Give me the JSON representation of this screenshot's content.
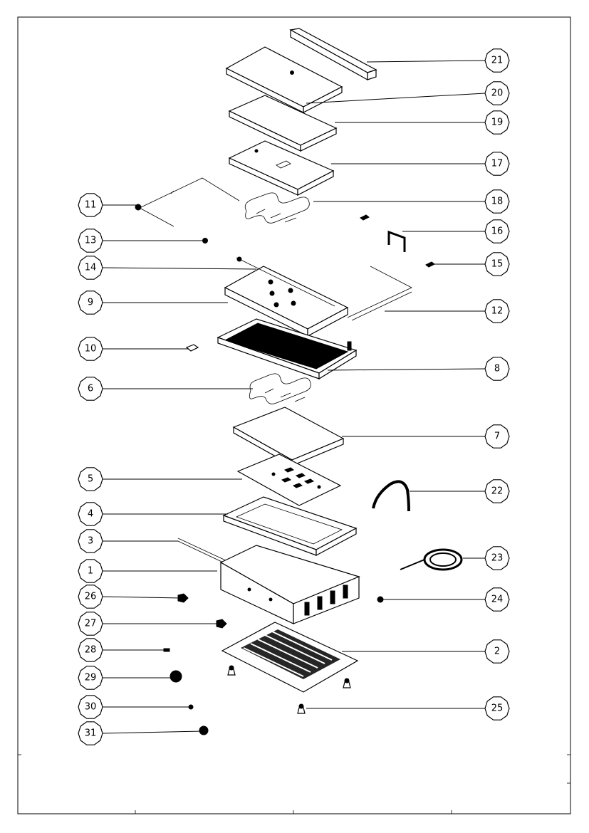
{
  "diagram": {
    "callouts": [
      {
        "label": "21",
        "side": "right",
        "target": [
          515,
          87
        ],
        "row": 85
      },
      {
        "label": "20",
        "side": "right",
        "target": [
          430,
          145
        ],
        "row": 131
      },
      {
        "label": "19",
        "side": "right",
        "target": [
          470,
          172
        ],
        "row": 172
      },
      {
        "label": "17",
        "side": "right",
        "target": [
          465,
          230
        ],
        "row": 230
      },
      {
        "label": "18",
        "side": "right",
        "target": [
          440,
          283
        ],
        "row": 283
      },
      {
        "label": "16",
        "side": "right",
        "target": [
          565,
          325
        ],
        "row": 325
      },
      {
        "label": "15",
        "side": "right",
        "target": [
          605,
          371
        ],
        "row": 371
      },
      {
        "label": "12",
        "side": "right",
        "target": [
          540,
          437
        ],
        "row": 437
      },
      {
        "label": "8",
        "side": "right",
        "target": [
          460,
          520
        ],
        "row": 518
      },
      {
        "label": "7",
        "side": "right",
        "target": [
          480,
          613
        ],
        "row": 613
      },
      {
        "label": "22",
        "side": "right",
        "target": [
          575,
          690
        ],
        "row": 690
      },
      {
        "label": "23",
        "side": "right",
        "target": [
          650,
          784
        ],
        "row": 784
      },
      {
        "label": "24",
        "side": "right",
        "target": [
          535,
          842
        ],
        "row": 842
      },
      {
        "label": "2",
        "side": "right",
        "target": [
          480,
          915
        ],
        "row": 915
      },
      {
        "label": "25",
        "side": "right",
        "target": [
          430,
          995
        ],
        "row": 995
      },
      {
        "label": "11",
        "side": "left",
        "target": [
          195,
          288
        ],
        "row": 288
      },
      {
        "label": "13",
        "side": "left",
        "target": [
          288,
          338
        ],
        "row": 338
      },
      {
        "label": "14",
        "side": "left",
        "target": [
          360,
          378
        ],
        "row": 376
      },
      {
        "label": "9",
        "side": "left",
        "target": [
          320,
          425
        ],
        "row": 425
      },
      {
        "label": "10",
        "side": "left",
        "target": [
          265,
          490
        ],
        "row": 490
      },
      {
        "label": "6",
        "side": "left",
        "target": [
          355,
          546
        ],
        "row": 546
      },
      {
        "label": "5",
        "side": "left",
        "target": [
          340,
          673
        ],
        "row": 673
      },
      {
        "label": "4",
        "side": "left",
        "target": [
          320,
          722
        ],
        "row": 722
      },
      {
        "label": "3",
        "side": "left",
        "target": [
          250,
          760
        ],
        "row": 760
      },
      {
        "label": "1",
        "side": "left",
        "target": [
          305,
          802
        ],
        "row": 802
      },
      {
        "label": "26",
        "side": "left",
        "target": [
          255,
          840
        ],
        "row": 838
      },
      {
        "label": "27",
        "side": "left",
        "target": [
          308,
          876
        ],
        "row": 876
      },
      {
        "label": "28",
        "side": "left",
        "target": [
          235,
          913
        ],
        "row": 913
      },
      {
        "label": "29",
        "side": "left",
        "target": [
          245,
          952
        ],
        "row": 952
      },
      {
        "label": "30",
        "side": "left",
        "target": [
          268,
          993
        ],
        "row": 993
      },
      {
        "label": "31",
        "side": "left",
        "target": [
          285,
          1027
        ],
        "row": 1030
      }
    ]
  },
  "colors": {
    "ink": "#000000",
    "paper": "#ffffff"
  }
}
